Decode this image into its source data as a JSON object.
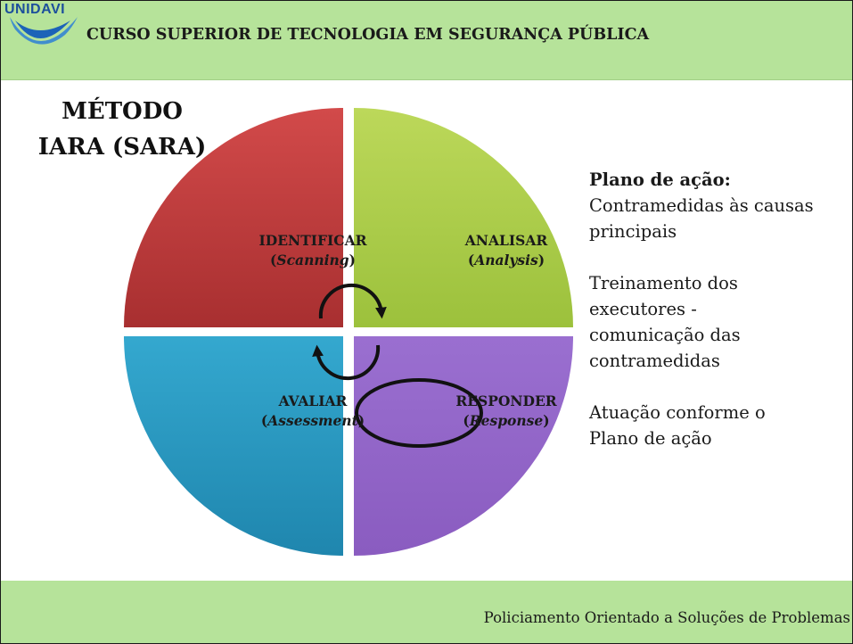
{
  "header": {
    "logo_text": "UNIDAVI",
    "title": "CURSO SUPERIOR DE TECNOLOGIA EM SEGURANÇA PÚBLICA"
  },
  "method": {
    "line1": "MÉTODO",
    "line2": "IARA (SARA)"
  },
  "diagram": {
    "colors": {
      "identificar": "#d24a4a",
      "analisar": "#9cc13c",
      "avaliar": "#34a8cf",
      "responder": "#8a5cc0"
    },
    "quadrants": {
      "identificar": {
        "label": "IDENTIFICAR",
        "english": "Scanning"
      },
      "analisar": {
        "label": "ANALISAR",
        "english": "Analysis"
      },
      "avaliar": {
        "label": "AVALIAR",
        "english": "Assessment"
      },
      "responder": {
        "label": "RESPONDER",
        "english": "Response"
      }
    },
    "highlighted": "responder"
  },
  "side_panel": {
    "title": "Plano de ação:",
    "item1": "Contramedidas às causas\nprincipais",
    "item2": "Treinamento dos\nexecutores  -\ncomunicação das\ncontramedidas",
    "item3": "Atuação conforme o\nPlano de ação"
  },
  "footer": {
    "text": "Policiamento Orientado a Soluções de Problemas"
  }
}
